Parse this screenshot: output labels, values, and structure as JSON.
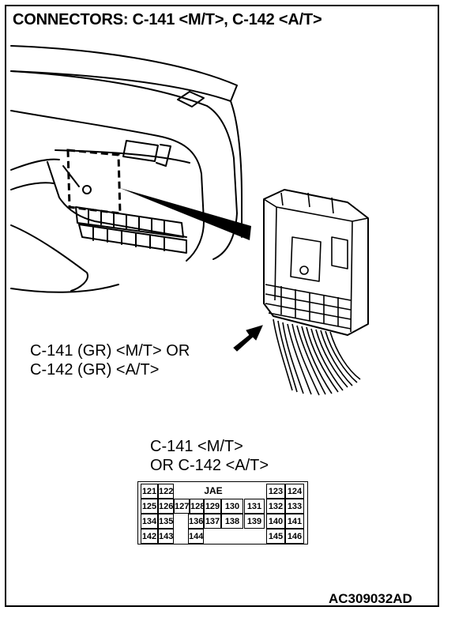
{
  "title": "CONNECTORS: C-141 <M/T>, C-142 <A/T>",
  "callout": {
    "line1": "C-141 (GR) <M/T> OR",
    "line2": "C-142 (GR) <A/T>"
  },
  "pinout": {
    "title_line1": "C-141 <M/T>",
    "title_line2": "OR C-142 <A/T>",
    "label": "JAE",
    "rows": [
      [
        "121",
        "122",
        "123",
        "124"
      ],
      [
        "125",
        "126",
        "127",
        "128",
        "129",
        "130",
        "131",
        "132",
        "133"
      ],
      [
        "134",
        "135",
        "136",
        "137",
        "138",
        "139",
        "140",
        "141"
      ],
      [
        "142",
        "143",
        "144",
        "145",
        "146"
      ]
    ]
  },
  "figure_id": "AC309032AD"
}
